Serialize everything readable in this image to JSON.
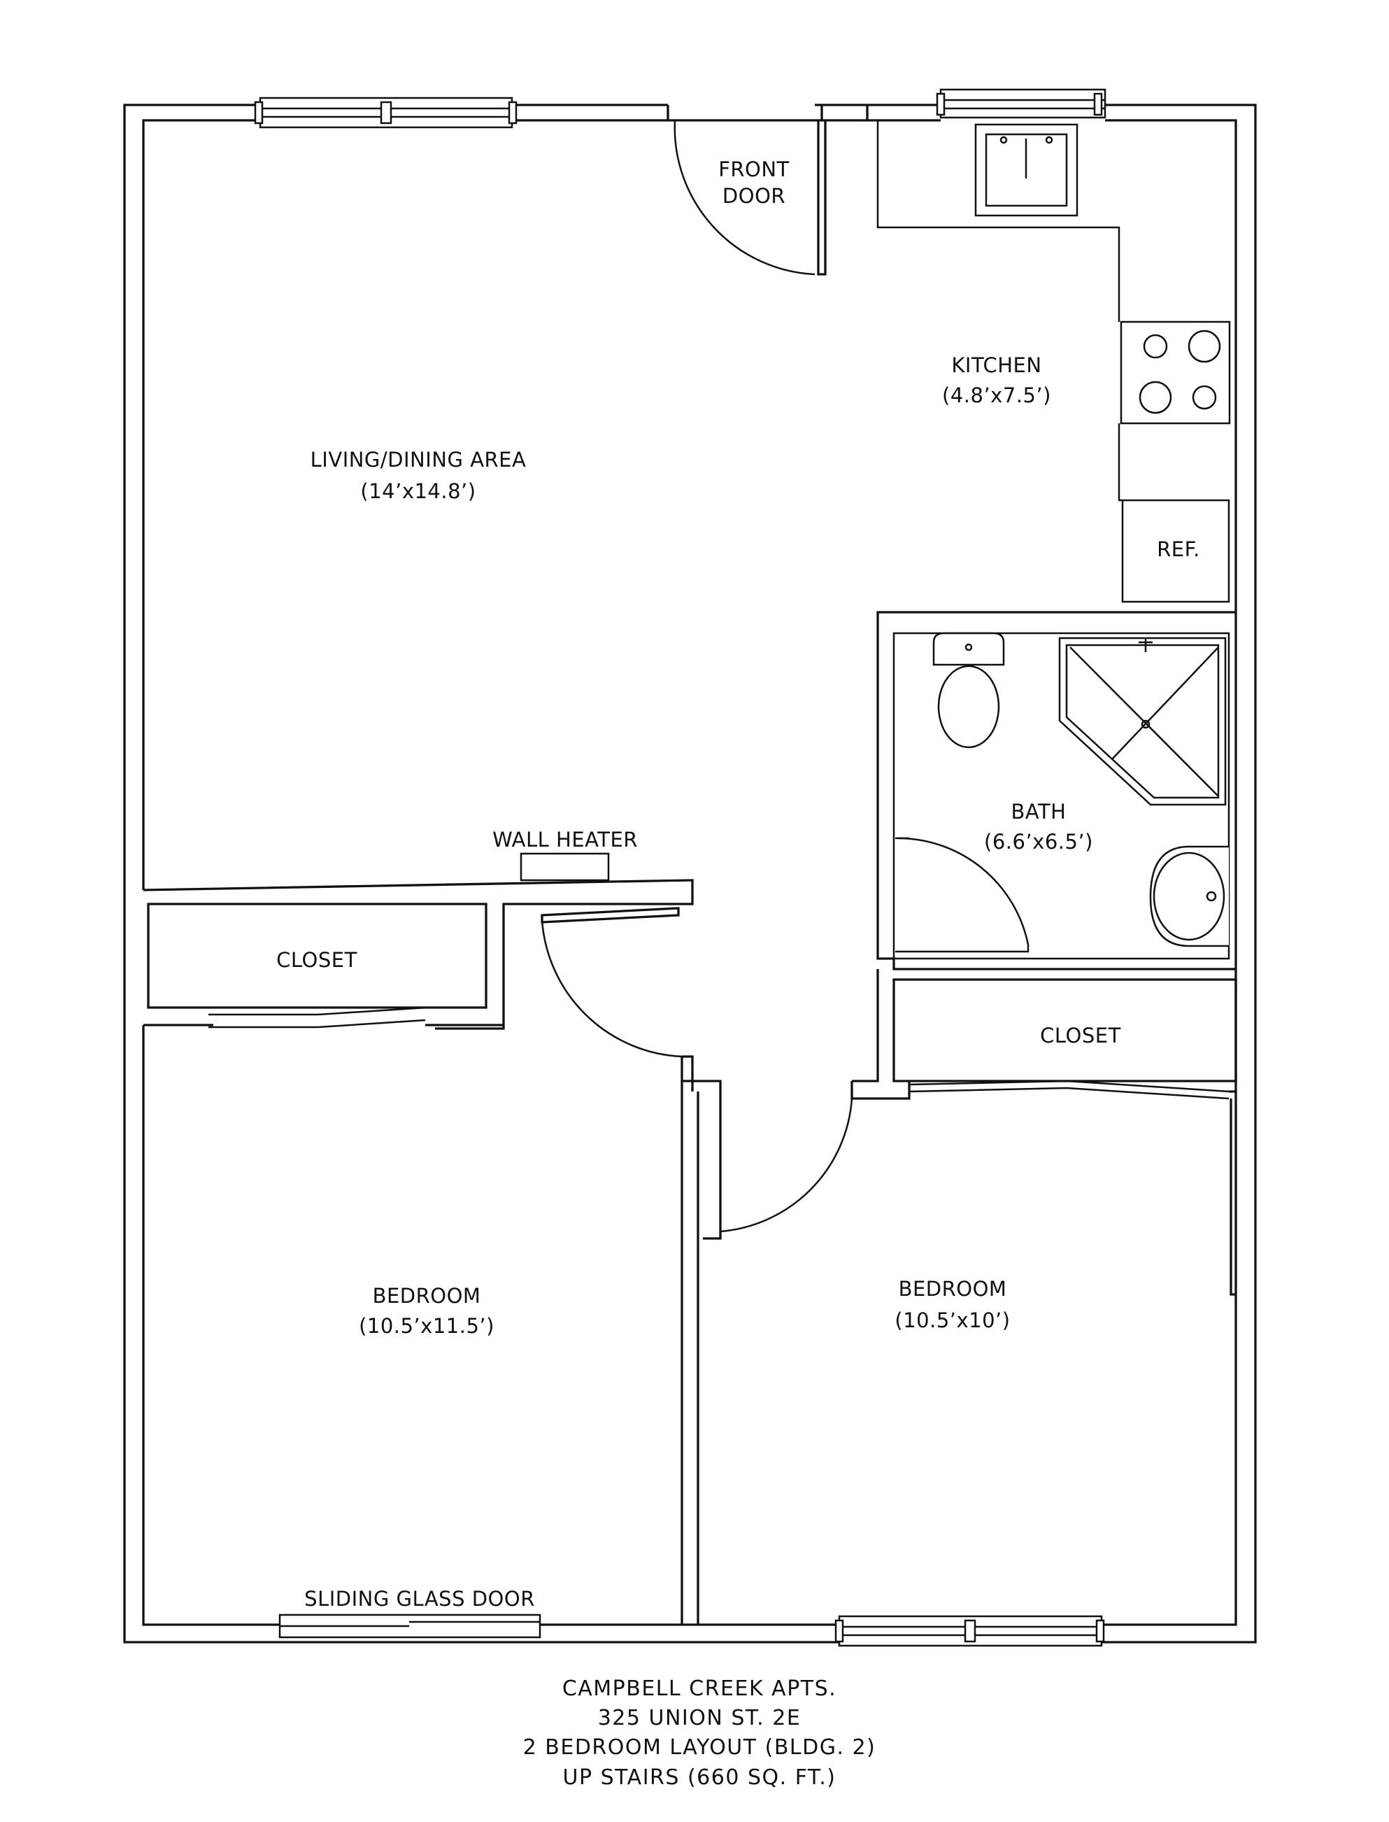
{
  "plan_title": {
    "lines": [
      "CAMPBELL CREEK APTS.",
      "325 UNION ST. 2E",
      "2 BEDROOM LAYOUT (BLDG. 2)",
      "UP STAIRS (660 SQ. FT.)"
    ]
  },
  "rooms": {
    "living": {
      "name": "LIVING/DINING AREA",
      "size": "(14’x14.8’)"
    },
    "kitchen": {
      "name": "KITCHEN",
      "size": "(4.8’x7.5’)"
    },
    "bath": {
      "name": "BATH",
      "size": "(6.6’x6.5’)"
    },
    "bedroom_left": {
      "name": "BEDROOM",
      "size": "(10.5’x11.5’)"
    },
    "bedroom_right": {
      "name": "BEDROOM",
      "size": "(10.5’x10’)"
    }
  },
  "labels": {
    "front_door_line1": "FRONT",
    "front_door_line2": "DOOR",
    "ref": "REF.",
    "wall_heater": "WALL HEATER",
    "closet_left": "CLOSET",
    "closet_right": "CLOSET",
    "sliding_glass_door": "SLIDING GLASS DOOR"
  }
}
